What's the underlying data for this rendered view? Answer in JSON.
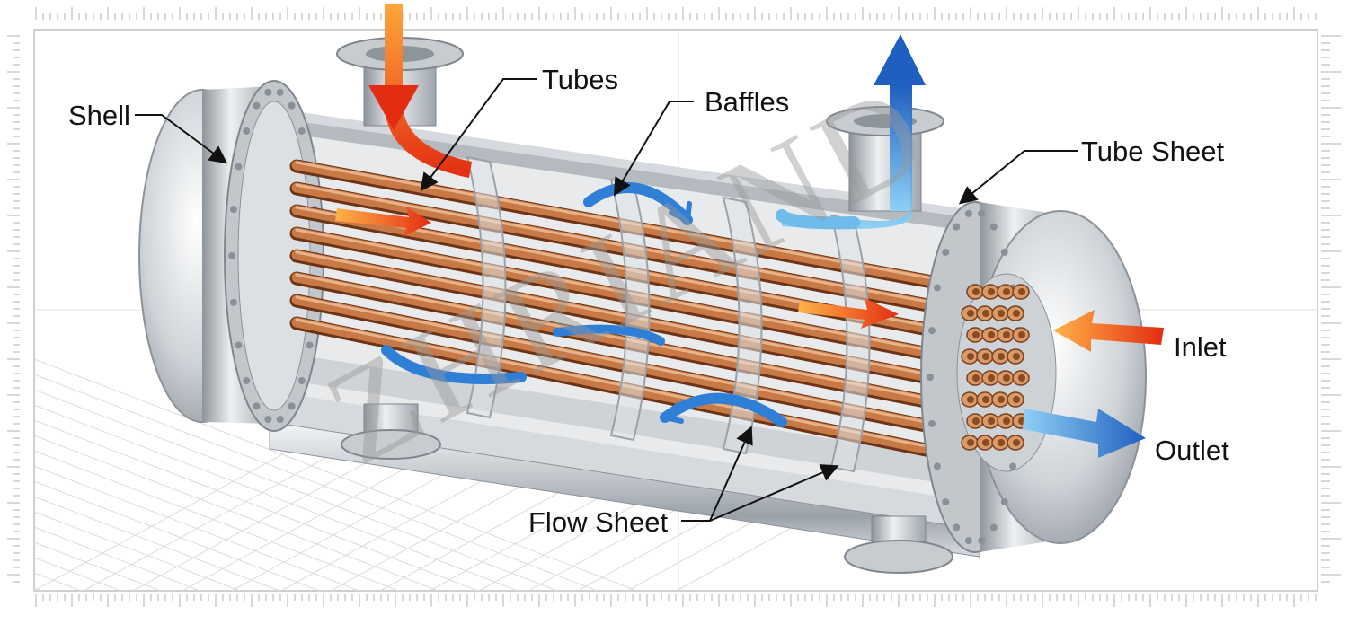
{
  "labels": {
    "shell": "Shell",
    "tubes": "Tubes",
    "baffles": "Baffles",
    "tube_sheet": "Tube Sheet",
    "inlet": "Inlet",
    "outlet": "Outlet",
    "flow_sheet": "Flow Sheet"
  },
  "watermark": "ZHRIAND",
  "colors": {
    "hot_flow": "#e8421c",
    "cold_flow": "#2f7fd6",
    "copper": "#c77a45",
    "steel": "#b9bec4"
  }
}
